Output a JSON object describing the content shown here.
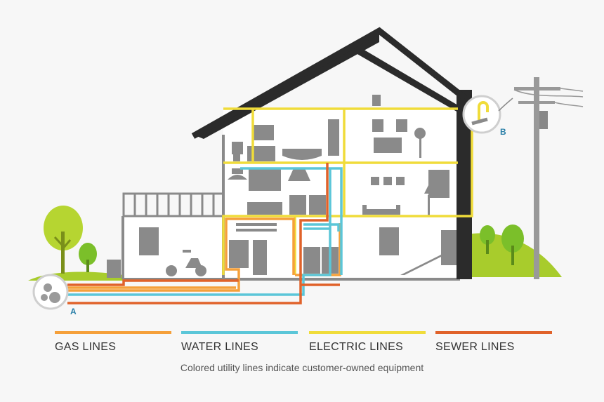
{
  "colors": {
    "gas": "#f5a03a",
    "water": "#5bc6d8",
    "electric": "#f0dc3a",
    "sewer": "#e0622a",
    "house_gray": "#8a8a8a",
    "roof": "#2b2b2b",
    "grass": "#a8cc2c"
  },
  "markers": {
    "a": "A",
    "b": "B"
  },
  "legend": [
    {
      "key": "gas",
      "label": "GAS LINES"
    },
    {
      "key": "water",
      "label": "WATER LINES"
    },
    {
      "key": "electric",
      "label": "ELECTRIC LINES"
    },
    {
      "key": "sewer",
      "label": "SEWER LINES"
    }
  ],
  "caption": "Colored utility lines indicate customer-owned equipment",
  "icons": [
    "meter-icon",
    "power-pole-icon",
    "tree-icon",
    "scooter-icon",
    "washer-icon",
    "sofa-icon",
    "bathtub-icon",
    "toilet-icon"
  ]
}
